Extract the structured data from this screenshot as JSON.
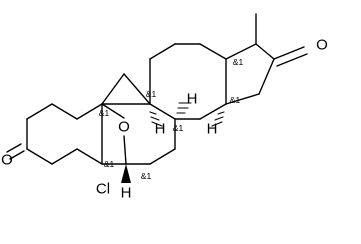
{
  "atoms": {
    "o_ketone_left": "O",
    "o_bridge": "O",
    "o_ketone_right": "O",
    "chlorine": "Cl",
    "h_c9": "H",
    "h_c8": "H",
    "h_c14": "H",
    "h_c6": "H"
  },
  "stereo": {
    "c10": "&1",
    "c9": "&1",
    "c8": "&1",
    "c13": "&1",
    "c14": "&1",
    "c5": "&1",
    "c6": "&1"
  }
}
